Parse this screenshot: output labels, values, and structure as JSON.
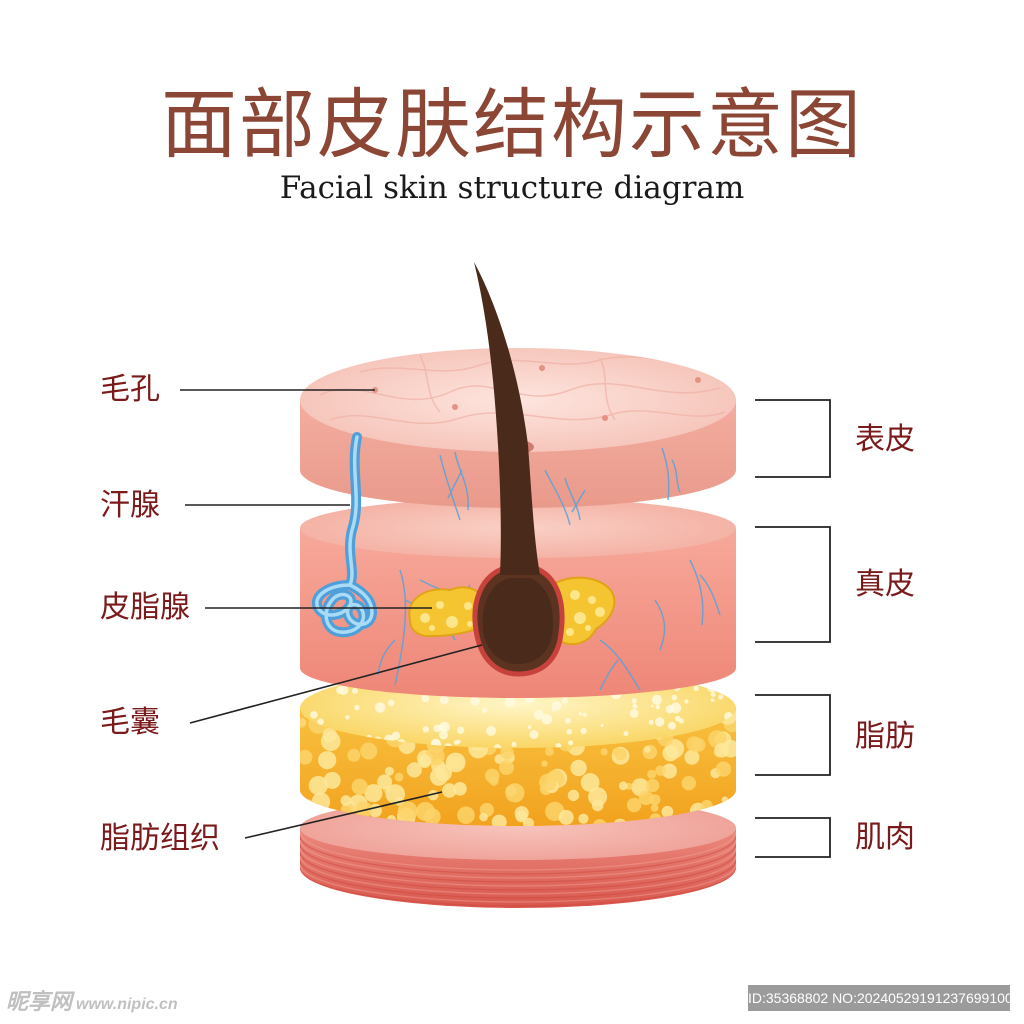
{
  "title": "面部皮肤结构示意图",
  "subtitle": "Facial skin structure diagram",
  "left_labels": {
    "pores": "毛孔",
    "sweat_gland": "汗腺",
    "sebaceous_gland": "皮脂腺",
    "hair_follicle": "毛囊",
    "adipose_tissue": "脂肪组织"
  },
  "right_labels": {
    "epidermis": "表皮",
    "dermis": "真皮",
    "fat": "脂肪",
    "muscle": "肌肉"
  },
  "watermark": {
    "logo_name": "昵享网",
    "logo_url": "www.nipic.cn",
    "image_id": "ID:35368802 NO:20240529191237699100"
  },
  "colors": {
    "title": "#8b4636",
    "label": "#7a1a1a",
    "line": "#222222",
    "epidermis": "#f4b4a8",
    "dermis": "#f2937f",
    "fat": "#f7b52c",
    "muscle": "#e06a5e",
    "hair": "#4a2a1a",
    "sweat_gland": "#6ab4e8",
    "sebaceous_gland": "#f5c531"
  }
}
